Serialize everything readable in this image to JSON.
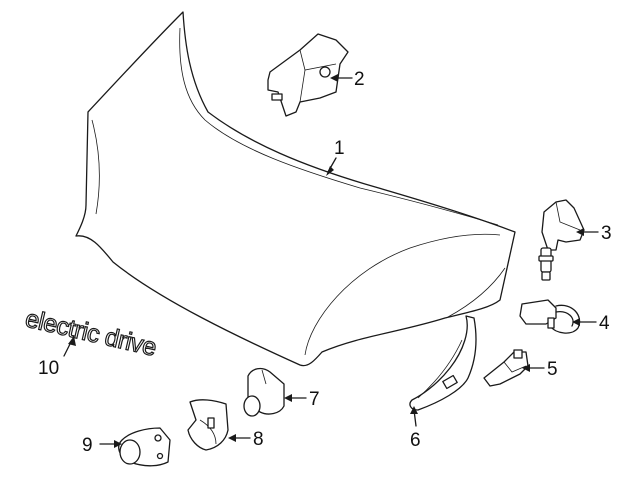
{
  "emblem": {
    "text": "electric drive"
  },
  "callouts": [
    {
      "id": "1",
      "label": "1"
    },
    {
      "id": "2",
      "label": "2"
    },
    {
      "id": "3",
      "label": "3"
    },
    {
      "id": "4",
      "label": "4"
    },
    {
      "id": "5",
      "label": "5"
    },
    {
      "id": "6",
      "label": "6"
    },
    {
      "id": "7",
      "label": "7"
    },
    {
      "id": "8",
      "label": "8"
    },
    {
      "id": "9",
      "label": "9"
    },
    {
      "id": "10",
      "label": "10"
    }
  ],
  "colors": {
    "line": "#1a1a1a",
    "background": "#ffffff"
  }
}
